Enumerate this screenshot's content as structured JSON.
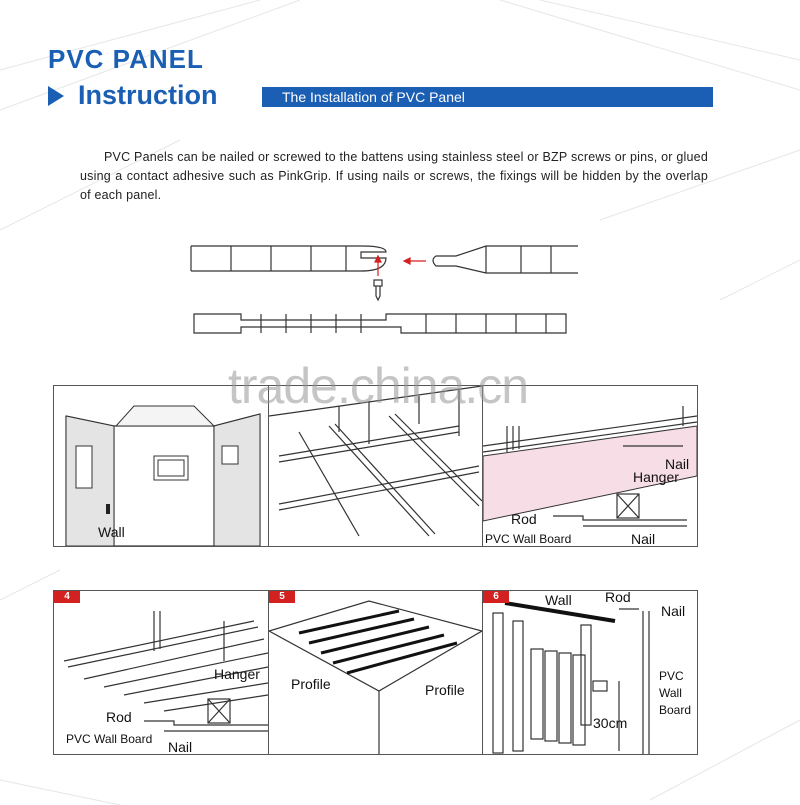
{
  "header": {
    "title": "PVC PANEL",
    "subtitle": "Instruction",
    "banner": "The Installation of PVC Panel"
  },
  "intro": {
    "text": "PVC Panels can be nailed or screwed to the battens using stainless steel or BZP screws or pins, or glued using a contact adhesive such as PinkGrip. If using nails or screws, the fixings will be hidden by the overlap of each panel."
  },
  "watermark": "trade.china.cn",
  "steps": [
    {
      "badge": "",
      "labels": [
        "Wall"
      ]
    },
    {
      "badge": "",
      "labels": []
    },
    {
      "badge": "",
      "labels": [
        "Nail",
        "Hanger",
        "Rod",
        "PVC Wall Board",
        "Nail"
      ]
    },
    {
      "badge": "4",
      "labels": [
        "Hanger",
        "Rod",
        "PVC Wall Board",
        "Nail"
      ]
    },
    {
      "badge": "5",
      "labels": [
        "Profile",
        "Profile"
      ]
    },
    {
      "badge": "6",
      "labels": [
        "Wall",
        "Rod",
        "Nail",
        "PVC",
        "Wall",
        "Board",
        "30cm"
      ]
    }
  ],
  "colors": {
    "accent": "#1a5fb4",
    "badge": "#d32020",
    "pink": "#f6dde6"
  }
}
